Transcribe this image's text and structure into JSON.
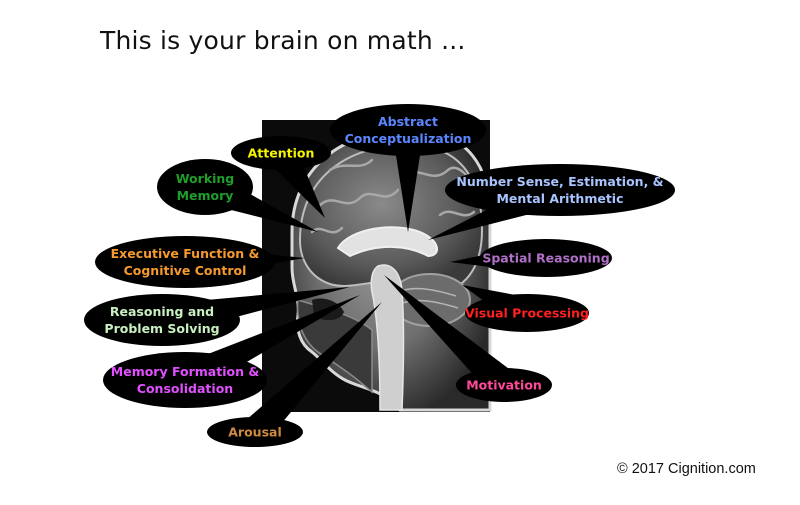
{
  "title": "This is your brain on math ...",
  "copyright": "© 2017 Cignition.com",
  "image": {
    "subject": "Sagittal MRI scan of a human head and brain",
    "background_color": "#ffffff",
    "bubble_color": "#000000"
  },
  "labels": [
    {
      "id": "attention",
      "lines": [
        "Attention"
      ],
      "color": "#f5f500"
    },
    {
      "id": "abstract",
      "lines": [
        "Abstract",
        "Conceptualization"
      ],
      "color": "#5b86ff"
    },
    {
      "id": "working-memory",
      "lines": [
        "Working",
        "Memory"
      ],
      "color": "#1e9e2a"
    },
    {
      "id": "number-sense",
      "lines": [
        "Number Sense, Estimation, &",
        "Mental Arithmetic"
      ],
      "color": "#a8c4ff"
    },
    {
      "id": "executive",
      "lines": [
        "Executive Function &",
        "Cognitive Control"
      ],
      "color": "#f59a30"
    },
    {
      "id": "spatial",
      "lines": [
        "Spatial Reasoning"
      ],
      "color": "#b070c8"
    },
    {
      "id": "reasoning",
      "lines": [
        "Reasoning and",
        "Problem Solving"
      ],
      "color": "#c8f0c0"
    },
    {
      "id": "visual",
      "lines": [
        "Visual Processing"
      ],
      "color": "#ff2020"
    },
    {
      "id": "memory-formation",
      "lines": [
        "Memory Formation &",
        "Consolidation"
      ],
      "color": "#e050ff"
    },
    {
      "id": "motivation",
      "lines": [
        "Motivation"
      ],
      "color": "#ff4a9a"
    },
    {
      "id": "arousal",
      "lines": [
        "Arousal"
      ],
      "color": "#d08a40"
    }
  ]
}
